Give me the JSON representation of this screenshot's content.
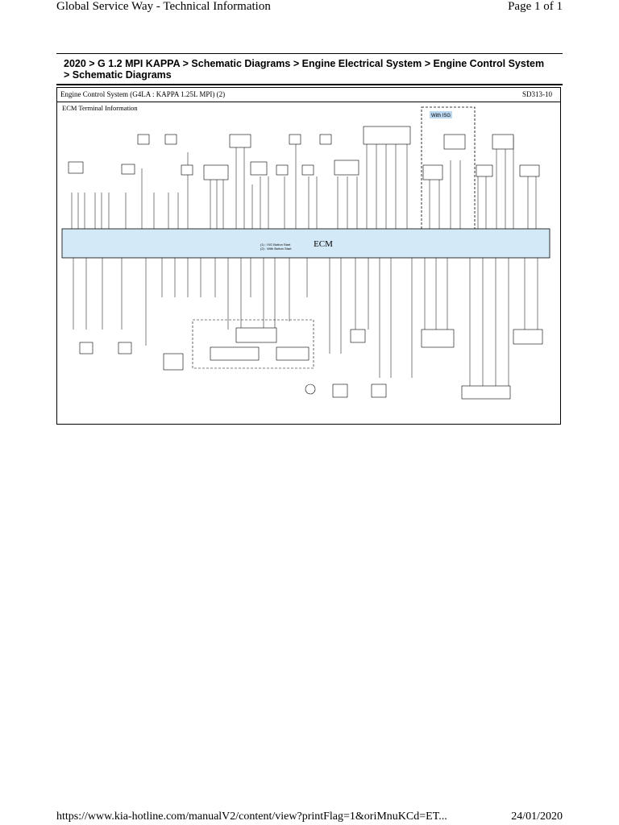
{
  "header": {
    "title": "Global Service Way - Technical Information",
    "page": "Page 1 of 1"
  },
  "breadcrumb": "2020 > G 1.2 MPI KAPPA > Schematic Diagrams > Engine Electrical System > Engine Control System > Schematic Diagrams",
  "diagram": {
    "title": "Engine Control System (G4LA : KAPPA 1.25L MPI) (2)",
    "code": "SD313-10",
    "subtitle": "ECM Terminal Information",
    "ecm_label": "ECM",
    "isg_label": "With ISG",
    "legend_1": "(1) : ISG Button Start",
    "legend_2": "(2) : With Button Start",
    "colors": {
      "ecm_fill": "#d4e9f7",
      "isg_badge": "#bcd7f0",
      "wire": "#000000"
    }
  },
  "footer": {
    "url": "https://www.kia-hotline.com/manualV2/content/view?printFlag=1&oriMnuKCd=ET...",
    "date": "24/01/2020"
  }
}
